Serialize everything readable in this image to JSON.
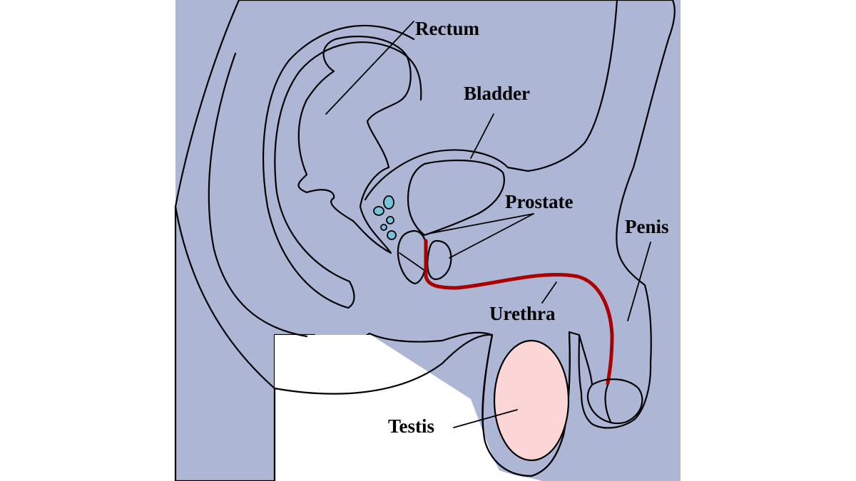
{
  "colors": {
    "backdrop": "#aeb6d6",
    "body": "#ffffff",
    "bladder": "#fdeeab",
    "prostate": "#a888dd",
    "seminal_vesicles": "#77c3da",
    "urethra": "#aa0000",
    "testis": "#fcd6d6"
  },
  "labels": {
    "rectum": "Rectum",
    "bladder": "Bladder",
    "prostate": "Prostate",
    "penis": "Penis",
    "urethra": "Urethra",
    "testis": "Testis"
  }
}
